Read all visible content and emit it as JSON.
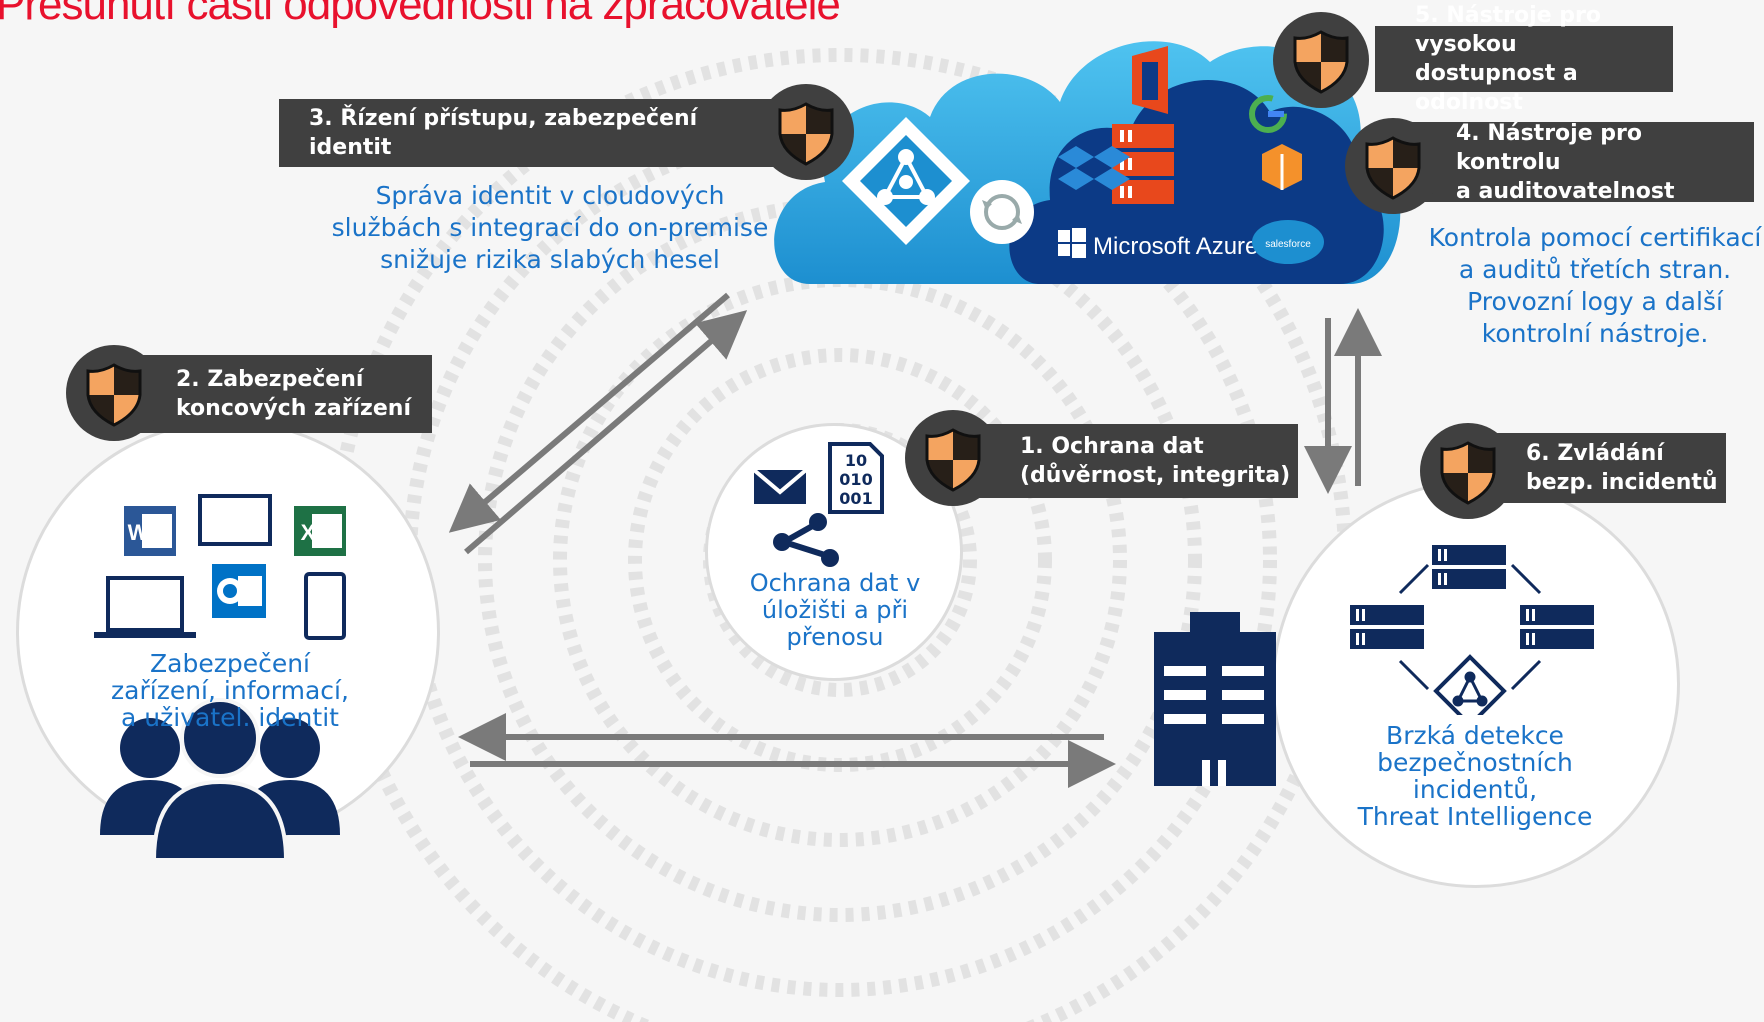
{
  "title": "Přesunutí části odpovědnosti na zpracovatele",
  "labels": {
    "l1": "1. Ochrana dat\n(důvěrnost, integrita)",
    "l2": "2. Zabezpečení\nkoncových zařízení",
    "l3": "3. Řízení přístupu, zabezpečení identit",
    "l4": "4. Nástroje pro kontrolu\na auditovatelnost",
    "l5": "5. Nástroje pro vysokou\ndostupnost a odolnost",
    "l6": "6. Zvládání\nbezp. incidentů"
  },
  "texts": {
    "identity": "Správa identit v cloudových\nslužbách s integrací do on-premise\nsnižuje rizika slabých hesel",
    "audit": "Kontrola pomocí certifikací\na auditů třetích stran.\nProvozní logy a další\nkontrolní nástroje.",
    "data": "Ochrana dat v\núložišti a při\npřenosu",
    "devices": "Zabezpečení\nzařízení, informací,\na uživatel. identit",
    "incidents": "Brzká detekce\nbezpečnostních\nincidentů,\nThreat Intelligence",
    "binary": "10\n010\n001",
    "azure": "Microsoft Azure",
    "salesforce": "salesforce"
  },
  "colors": {
    "title": "#e8112d",
    "label_bg": "#404040",
    "blue_text": "#1a73c8",
    "navy": "#0f2a5c",
    "cloud": "#2fa8e0",
    "shield_orange": "#f4a460"
  },
  "icons": [
    "shield-icon",
    "word-icon",
    "excel-icon",
    "outlook-icon",
    "laptop-icon",
    "tablet-icon",
    "phone-icon",
    "users-icon",
    "envelope-icon",
    "binary-file-icon",
    "share-icon",
    "building-icon",
    "server-icon",
    "identity-diamond-icon",
    "office-icon",
    "google-icon",
    "dropbox-icon",
    "aws-icon",
    "windows-icon",
    "sync-icon"
  ]
}
